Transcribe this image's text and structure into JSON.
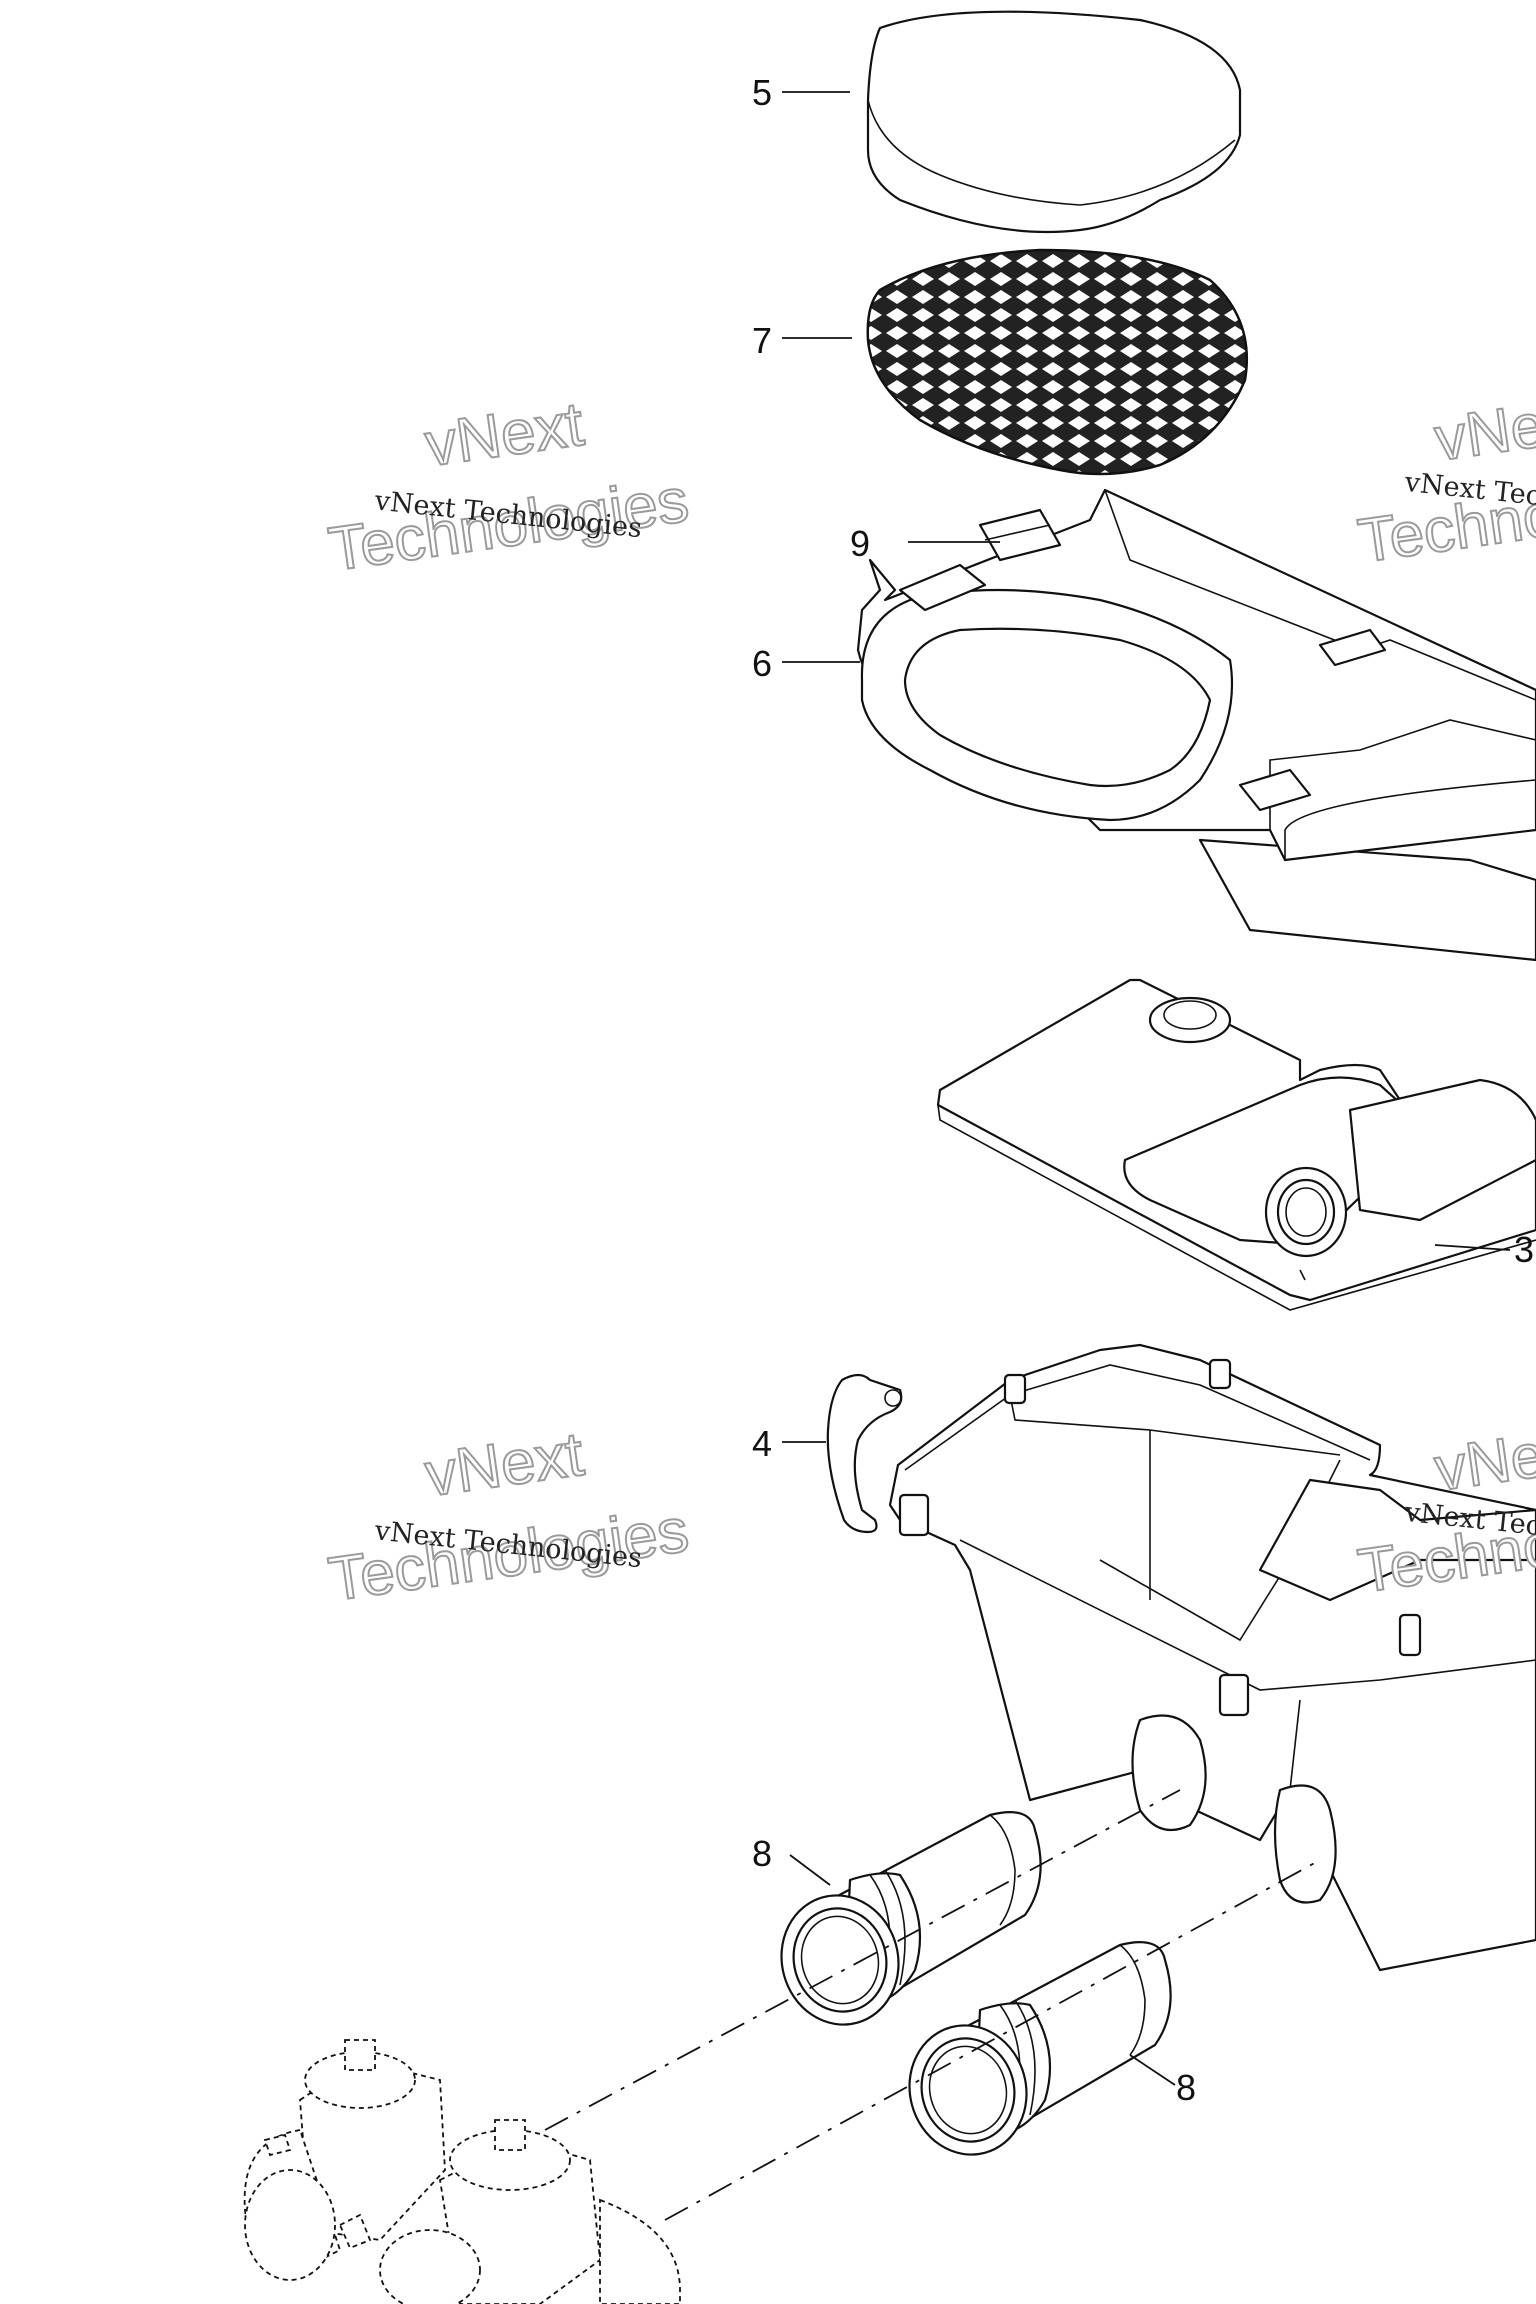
{
  "callouts": [
    "5",
    "7",
    "9",
    "6",
    "3",
    "4",
    "8",
    "8"
  ],
  "watermark": {
    "line_small": "vNext Technologies",
    "word_1": "vNext",
    "word_2": "Technologies"
  }
}
